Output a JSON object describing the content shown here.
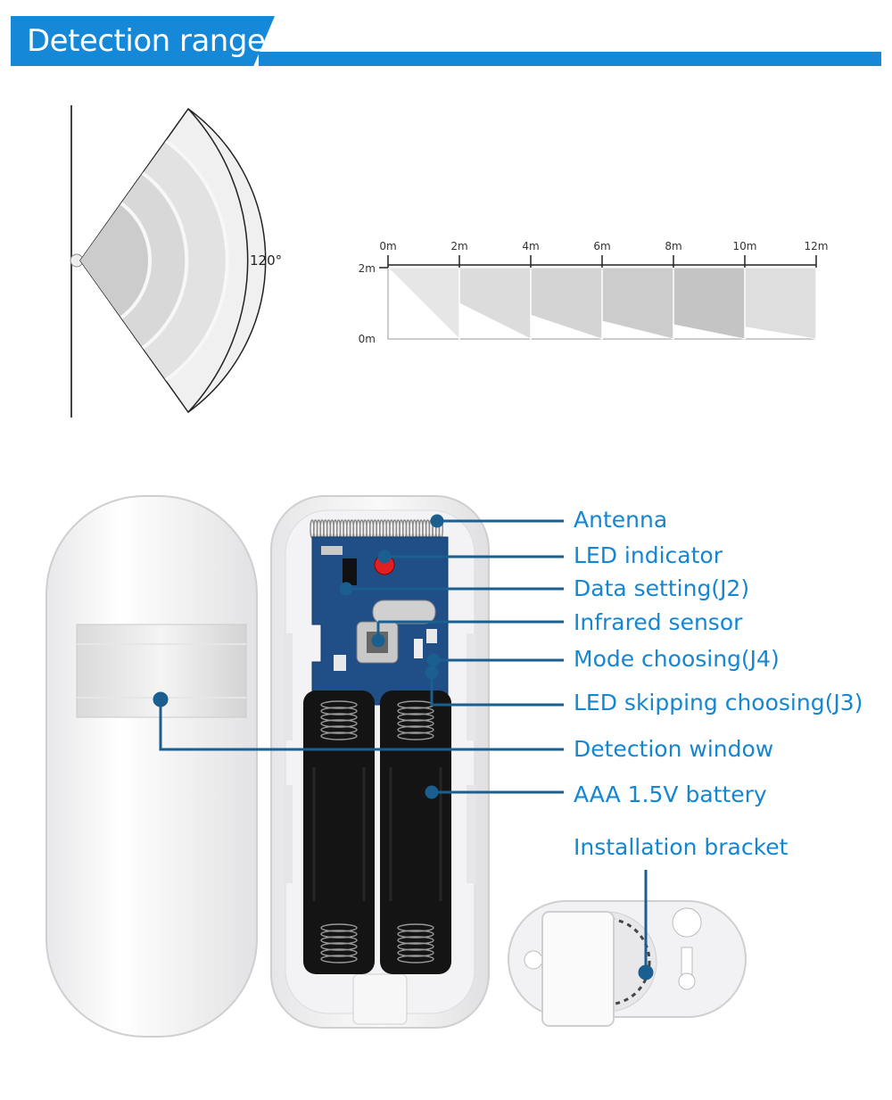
{
  "header": {
    "title": "Detection range"
  },
  "fan_diagram": {
    "angle_label": "120°"
  },
  "range_chart": {
    "x_ticks": [
      "0m",
      "2m",
      "4m",
      "6m",
      "8m",
      "10m",
      "12m"
    ],
    "y_ticks": [
      "2m",
      "0m"
    ]
  },
  "callouts": [
    {
      "id": "antenna",
      "label": "Antenna"
    },
    {
      "id": "led-indicator",
      "label": "LED indicator"
    },
    {
      "id": "data-setting",
      "label": "Data setting(J2)"
    },
    {
      "id": "infrared-sensor",
      "label": "Infrared sensor"
    },
    {
      "id": "mode-choosing",
      "label": "Mode choosing(J4)"
    },
    {
      "id": "led-skipping",
      "label": "LED skipping choosing(J3)"
    },
    {
      "id": "detection-window",
      "label": "Detection window"
    },
    {
      "id": "battery",
      "label": "AAA 1.5V battery"
    },
    {
      "id": "installation-bracket",
      "label": "Installation bracket"
    }
  ],
  "colors": {
    "accent": "#1588d8",
    "callout_text": "#1486d2",
    "callout_line": "#1a5f8f"
  }
}
